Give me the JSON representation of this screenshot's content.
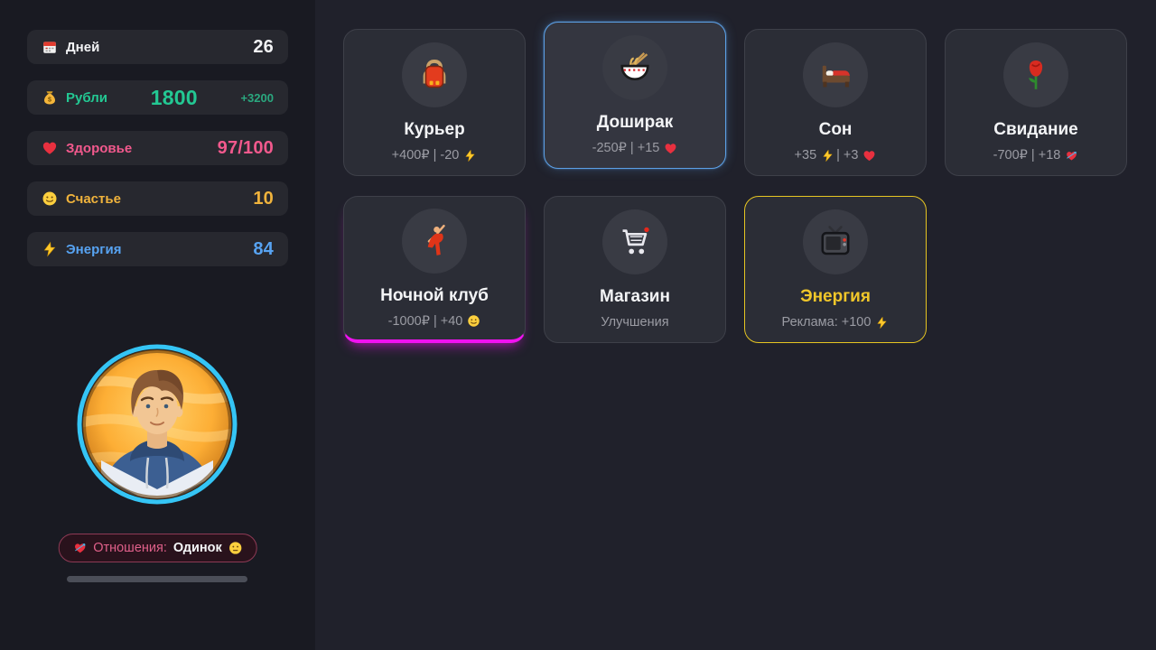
{
  "sidebar": {
    "stats": [
      {
        "icon": "calendar-icon",
        "label": "Дней",
        "value": "26",
        "color": "#f2f3f5"
      },
      {
        "icon": "moneybag-icon",
        "label": "Рубли",
        "value": "1800",
        "delta": "+3200",
        "color": "#23c893",
        "delta_color": "#2aa87f"
      },
      {
        "icon": "heart-icon",
        "label": "Здоровье",
        "value": "97/100",
        "color": "#f2598d"
      },
      {
        "icon": "smiley-icon",
        "label": "Счастье",
        "value": "10",
        "color": "#f0b33c"
      },
      {
        "icon": "bolt-icon",
        "label": "Энергия",
        "value": "84",
        "color": "#57a3f2"
      }
    ],
    "relationship": {
      "icon": "cupid-heart-icon",
      "label": "Отношения:",
      "status": "Одинок",
      "mood_icon": "neutral-face-icon",
      "label_color": "#e0608a"
    }
  },
  "cards": [
    {
      "icon": "backpack-icon",
      "title": "Курьер",
      "subtitle": [
        {
          "t": "+400₽ | -20 "
        },
        {
          "i": "bolt-icon"
        }
      ],
      "variant": ""
    },
    {
      "icon": "ramen-icon",
      "title": "Доширак",
      "subtitle": [
        {
          "t": "-250₽ | +15 "
        },
        {
          "i": "heart-icon"
        }
      ],
      "variant": "selected"
    },
    {
      "icon": "bed-icon",
      "title": "Сон",
      "subtitle": [
        {
          "t": "+35 "
        },
        {
          "i": "bolt-icon"
        },
        {
          "t": " | +3 "
        },
        {
          "i": "heart-icon"
        }
      ],
      "variant": ""
    },
    {
      "icon": "rose-icon",
      "title": "Свидание",
      "subtitle": [
        {
          "t": "-700₽ | +18 "
        },
        {
          "i": "cupid-heart-icon"
        }
      ],
      "variant": ""
    },
    {
      "icon": "dancer-icon",
      "title": "Ночной клуб",
      "subtitle": [
        {
          "t": "-1000₽ | +40 "
        },
        {
          "i": "smiley-icon"
        }
      ],
      "variant": "magenta"
    },
    {
      "icon": "cart-icon",
      "title": "Магазин",
      "subtitle": [
        {
          "t": "Улучшения"
        }
      ],
      "variant": ""
    },
    {
      "icon": "tv-icon",
      "title": "Энергия",
      "subtitle": [
        {
          "t": "Реклама: +100 "
        },
        {
          "i": "bolt-icon"
        }
      ],
      "variant": "gold",
      "title_color": "#f0c62a"
    }
  ],
  "colors": {
    "sidebar_bg": "#191a22",
    "main_bg": "#20212b",
    "card_bg": "#2b2d36",
    "accent_selected": "#5ca0e6",
    "accent_gold": "#e6c522",
    "accent_magenta": "#f112f1",
    "avatar_ring": "#35c5f5"
  }
}
